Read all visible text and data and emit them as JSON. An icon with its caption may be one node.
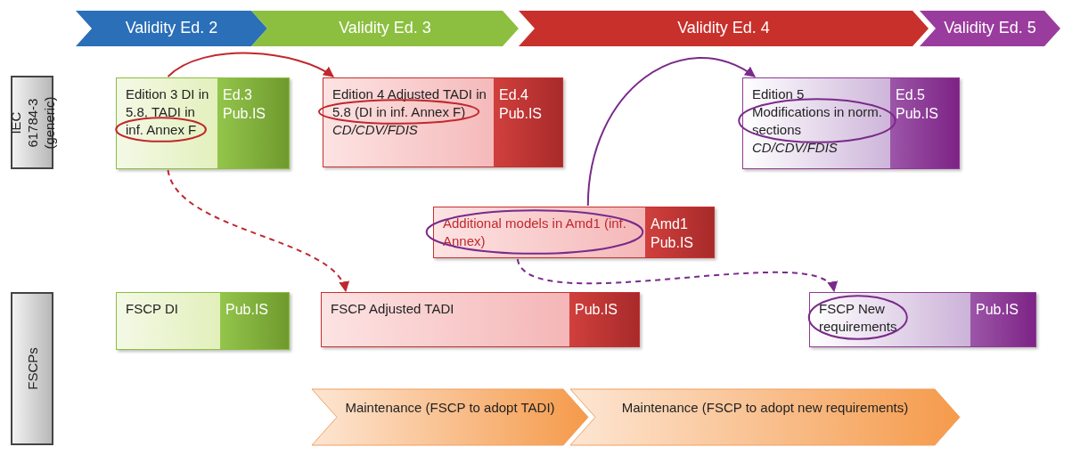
{
  "diagram": {
    "nodes": [
      {
        "text": [
          "Validity Ed. 2"
        ]
      },
      {
        "text": [
          "Validity Ed. 3"
        ]
      },
      {
        "text": [
          "Validity Ed. 4"
        ]
      },
      {
        "text": [
          "Validity Ed. 5"
        ]
      },
      {
        "text": [
          "IEC 61784-3 (generic)"
        ]
      },
      {
        "text": [
          "Edition 3 DI in 5.8, TADI in inf. Annex F",
          "Ed.3 Pub.IS"
        ]
      },
      {
        "text": [
          "Edition 4 Adjusted TADI in 5.8 (DI in inf. Annex F) *CD/CDV/FDIS*",
          "Ed.4 Pub.IS"
        ]
      },
      {
        "text": [
          "Edition 5 Modifications in norm. sections *CD/CDV/FDIS*",
          "Ed.5 Pub.IS"
        ]
      },
      {
        "text": [
          "Additional models in Amd1 (inf. Annex)",
          "Amd1 Pub.IS"
        ]
      },
      {
        "text": [
          "FSCPs"
        ]
      },
      {
        "text": [
          "FSCP DI",
          "Pub.IS"
        ]
      },
      {
        "text": [
          "FSCP Adjusted TADI",
          "Pub.IS"
        ]
      },
      {
        "text": [
          "FSCP New requirements",
          "Pub.IS"
        ]
      },
      {
        "text": [
          "Maintenance (FSCP to adopt TADI)"
        ]
      },
      {
        "text": [
          "Maintenance (FSCP to adopt new requirements)"
        ]
      }
    ],
    "edges": [
      {
        "from": 5,
        "to": 6,
        "arrow": "to",
        "color": "#c0282d"
      },
      {
        "from": 5,
        "to": 11,
        "arrow": "to",
        "style": "dashed",
        "color": "#c0282d"
      },
      {
        "from": 8,
        "to": 7,
        "arrow": "to",
        "color": "#7a2a8a"
      },
      {
        "from": 8,
        "to": 12,
        "arrow": "to",
        "style": "dashed",
        "color": "#7a2a8a"
      }
    ]
  }
}
